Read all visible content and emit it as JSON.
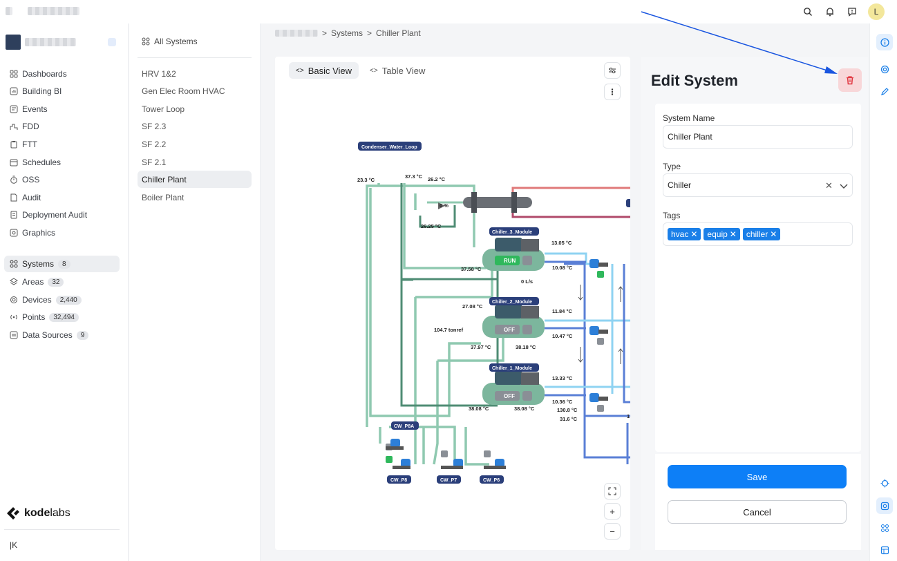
{
  "topbar": {
    "avatar_initial": "L"
  },
  "nav": {
    "items": [
      {
        "label": "Dashboards",
        "icon": "dashboard-icon"
      },
      {
        "label": "Building BI",
        "icon": "chart-icon"
      },
      {
        "label": "Events",
        "icon": "events-icon"
      },
      {
        "label": "FDD",
        "icon": "fdd-icon"
      },
      {
        "label": "FTT",
        "icon": "clipboard-icon"
      },
      {
        "label": "Schedules",
        "icon": "calendar-icon"
      },
      {
        "label": "OSS",
        "icon": "timer-icon"
      },
      {
        "label": "Audit",
        "icon": "audit-icon"
      },
      {
        "label": "Deployment Audit",
        "icon": "deployment-icon"
      },
      {
        "label": "Graphics",
        "icon": "graphics-icon"
      }
    ],
    "data_items": [
      {
        "label": "Systems",
        "count": "8",
        "icon": "systems-icon"
      },
      {
        "label": "Areas",
        "count": "32",
        "icon": "layers-icon"
      },
      {
        "label": "Devices",
        "count": "2,440",
        "icon": "chip-icon"
      },
      {
        "label": "Points",
        "count": "32,494",
        "icon": "signal-icon"
      },
      {
        "label": "Data Sources",
        "count": "9",
        "icon": "datasource-icon"
      }
    ],
    "logo_text_bold": "kode",
    "logo_text_light": "labs",
    "collapse_glyph": "K"
  },
  "systems": {
    "all_label": "All Systems",
    "items": [
      "HRV 1&2",
      "Gen Elec Room HVAC",
      "Tower Loop",
      "SF 2.3",
      "SF 2.2",
      "SF 2.1",
      "Chiller Plant",
      "Boiler Plant"
    ],
    "active": "Chiller Plant"
  },
  "breadcrumb": {
    "level1": "Systems",
    "level2": "Chiller Plant",
    "sep": ">"
  },
  "canvas": {
    "tabs": [
      {
        "label": "Basic View",
        "active": true
      },
      {
        "label": "Table View",
        "active": false
      }
    ],
    "diagram": {
      "condenser_loop": "Condenser_Water_Loop",
      "chiller3": "Chiller_3_Module",
      "chiller2": "Chiller_2_Module",
      "chiller1": "Chiller_1_Module",
      "pump_cw8a": "CW_P8A",
      "pump_cw8": "CW_P8",
      "pump_cw7": "CW_P7",
      "pump_cw6": "CW_P6",
      "status_run": "RUN",
      "status_off": "OFF",
      "t_233": "23.3 °C",
      "t_373": "37.3 °C",
      "t_262": "26.2 °C",
      "valve_pct": "0 %",
      "t_2625": "26.25 °C",
      "t_1305": "13.05 °C",
      "t_1008": "10.08 °C",
      "t_3758": "37.58 °C",
      "flow": "0 L/s",
      "t_2708": "27.08 °C",
      "t_1184": "11.84 °C",
      "t_1047": "10.47 °C",
      "tonref": "104.7 tonref",
      "t_3797": "37.97 °C",
      "t_3818": "38.18 °C",
      "t_1333": "13.33 °C",
      "t_1036": "10.36 °C",
      "t_1308": "130.8 °C",
      "t_316": "31.6 °C",
      "t_3808a": "38.08 °C",
      "t_3808b": "38.08 °C",
      "edge_1": "1"
    },
    "zoom_in": "+",
    "zoom_out": "−"
  },
  "edit": {
    "title": "Edit System",
    "name_label": "System Name",
    "name_value": "Chiller Plant",
    "type_label": "Type",
    "type_value": "Chiller",
    "tags_label": "Tags",
    "tags": [
      "hvac",
      "equip",
      "chiller"
    ],
    "save_label": "Save",
    "cancel_label": "Cancel"
  },
  "colors": {
    "accent": "#0d7ff7",
    "delete_bg": "#f8d7d9",
    "delete_icon": "#e0323c",
    "pipe_green": "#8fc9b0",
    "pipe_dark": "#4f8c74",
    "pipe_blue": "#5a7fd6",
    "pipe_light": "#8fd3f2",
    "pipe_red": "#e07a7a",
    "run": "#2fb85c",
    "off": "#8a8f96",
    "label_navy": "#2b3f7a",
    "annotation": "#1a56e0"
  }
}
